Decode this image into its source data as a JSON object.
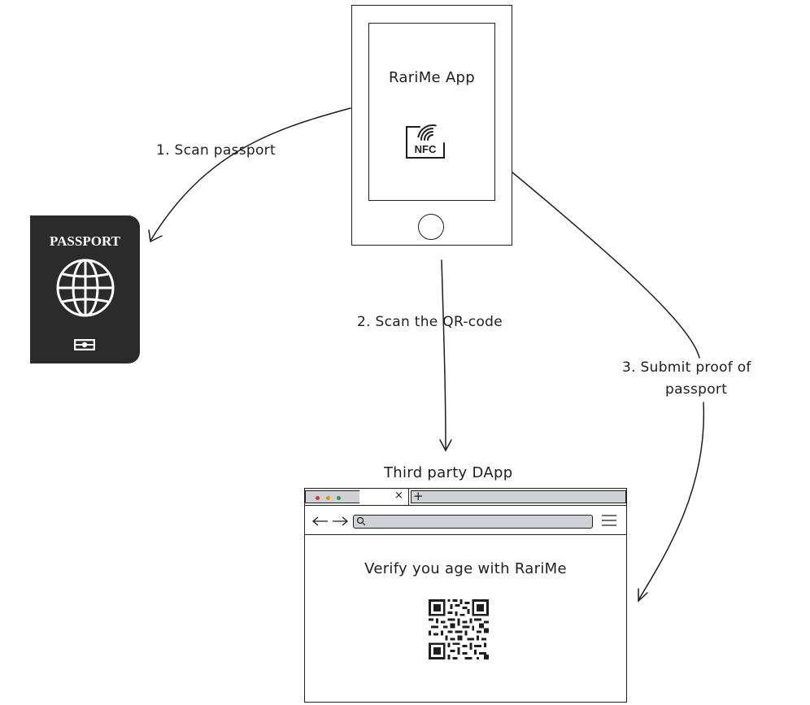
{
  "phone": {
    "app_title": "RariMe App",
    "nfc_label": "NFC"
  },
  "passport": {
    "title": "PASSPORT"
  },
  "steps": {
    "step1": "1. Scan passport",
    "step2": "2. Scan the QR-code",
    "step3_line1": "3. Submit proof of",
    "step3_line2": "passport"
  },
  "dapp": {
    "title": "Third party DApp",
    "tab_close": "×",
    "tab_new": "+",
    "heading": "Verify you age with RariMe"
  },
  "colors": {
    "ink": "#1e1e1e",
    "passport_cover": "#2b2b2b",
    "browser_chrome": "#cfd2d6",
    "dot_red": "#e03131",
    "dot_yellow": "#f08c00",
    "dot_green": "#2f9e44"
  }
}
